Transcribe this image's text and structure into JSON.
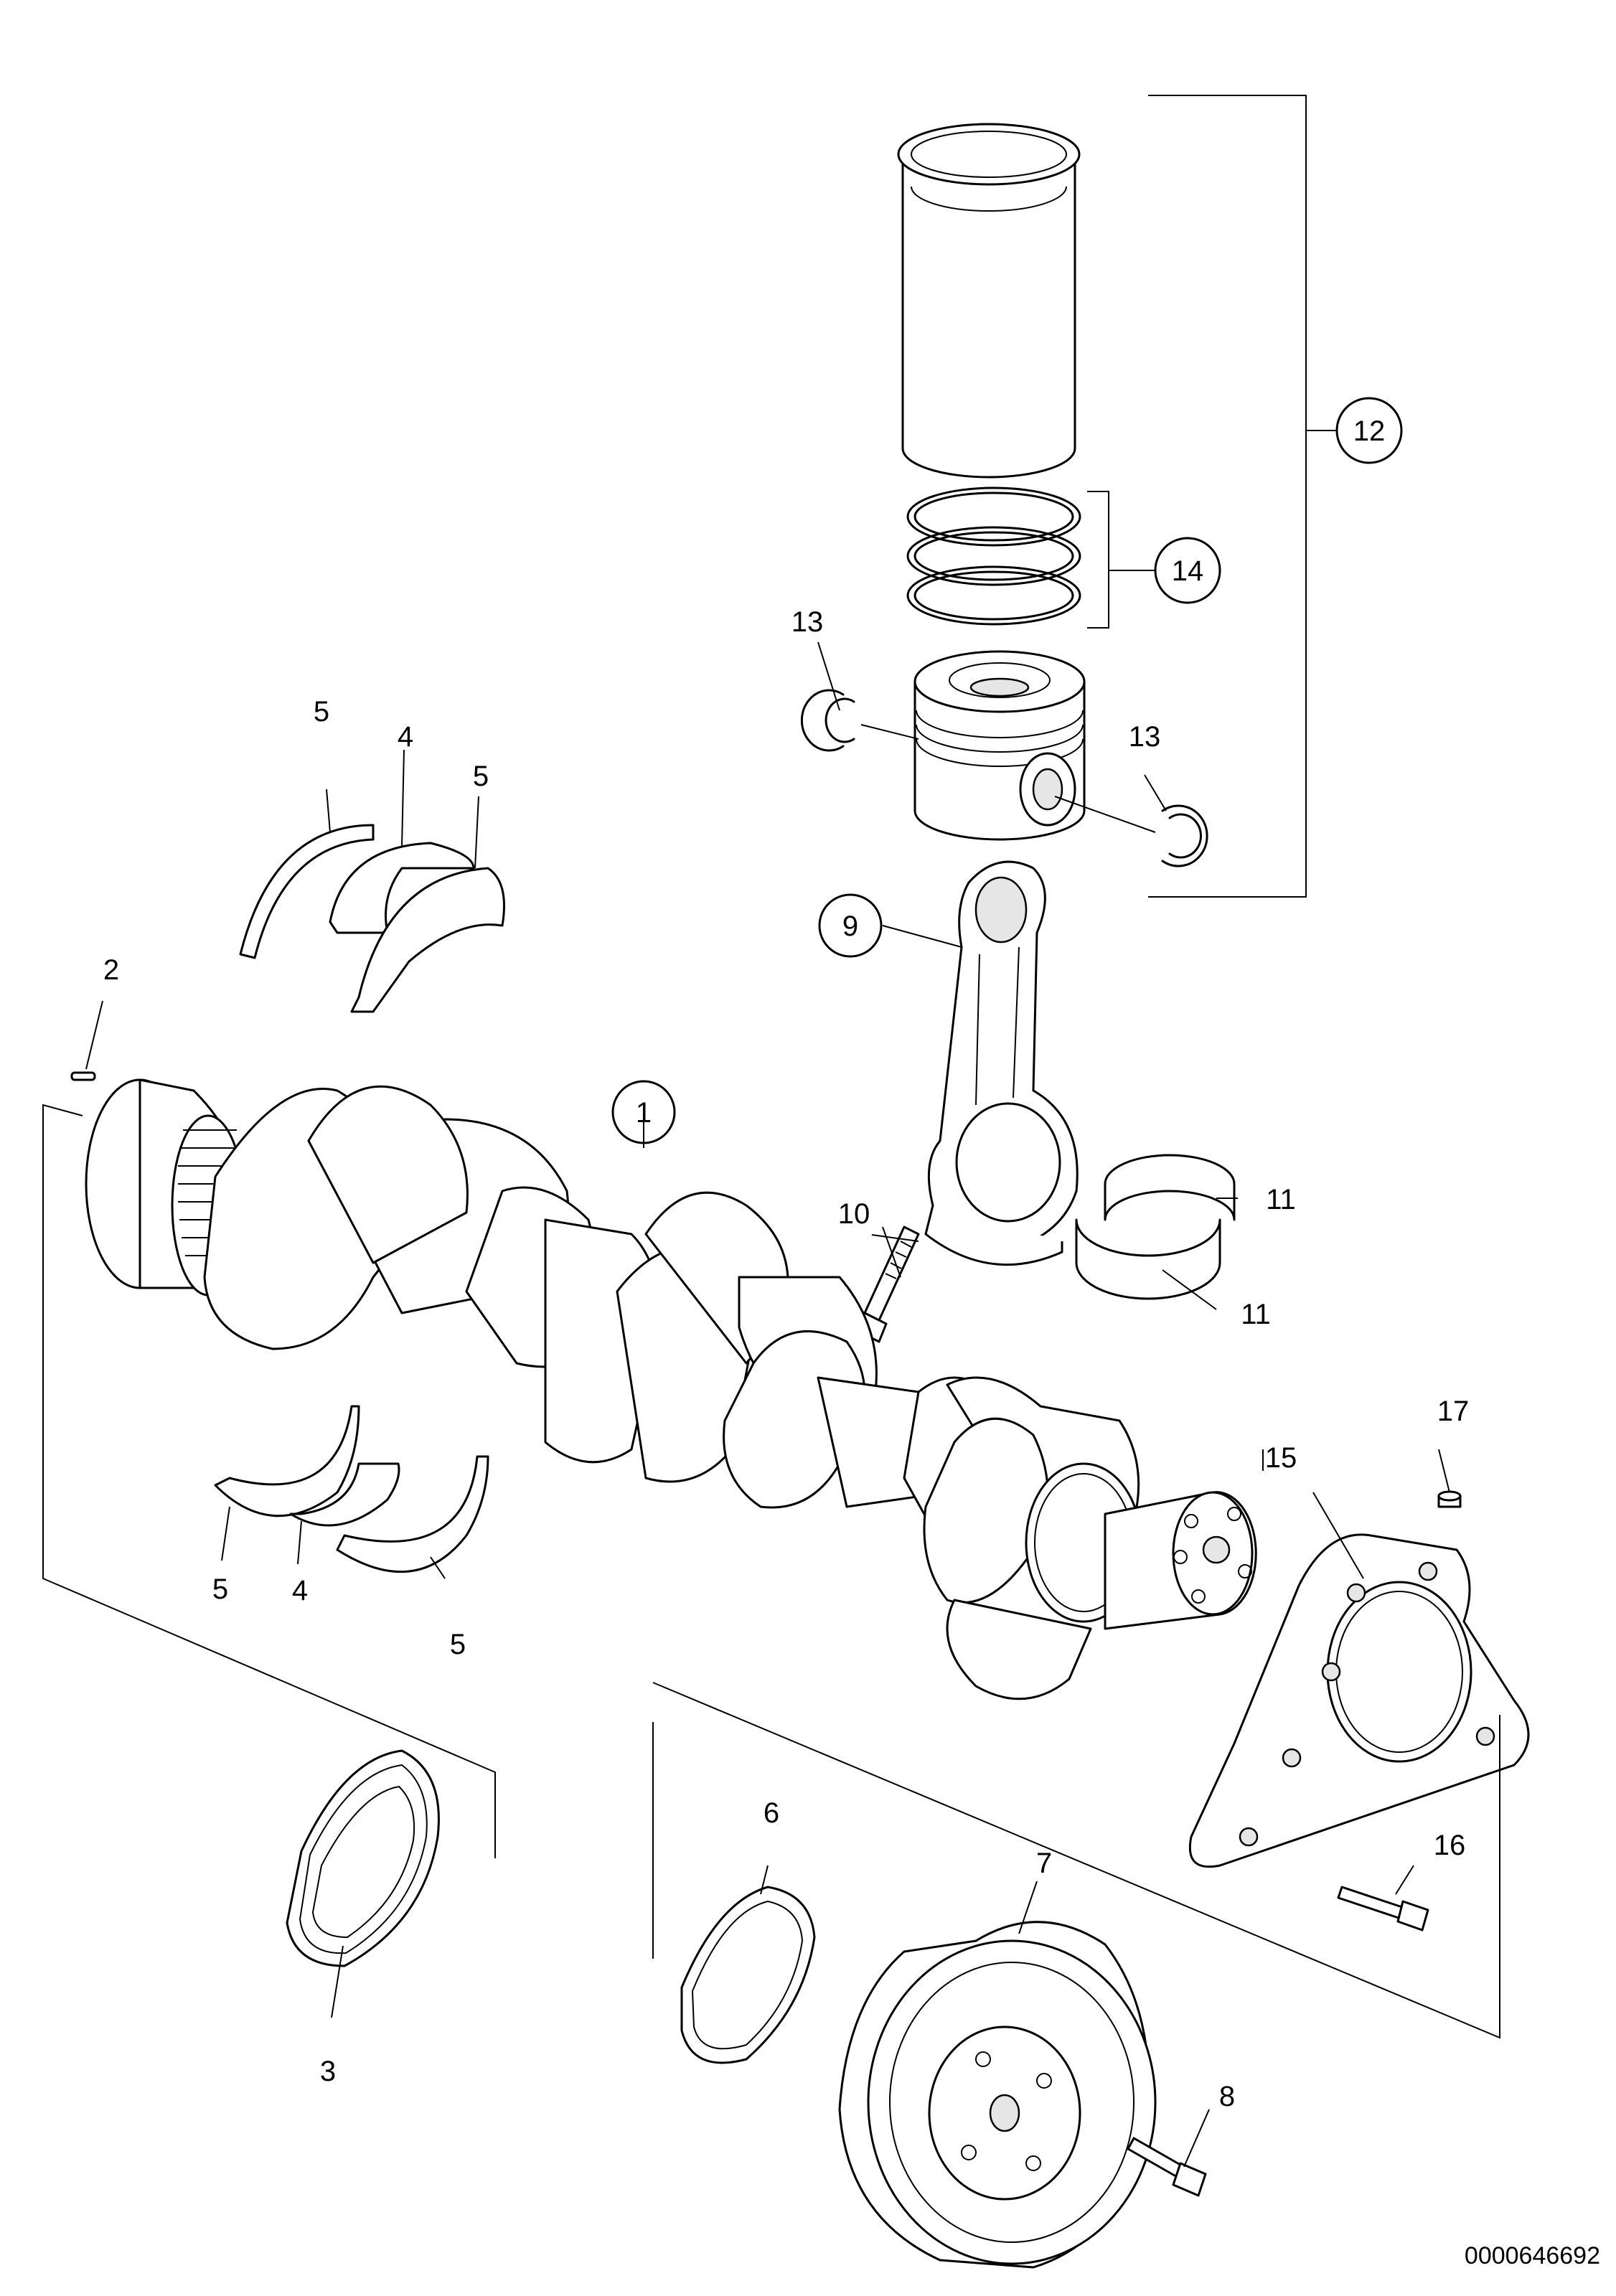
{
  "callouts": {
    "c1": "1",
    "c2": "2",
    "c3": "3",
    "c4a": "4",
    "c4b": "4",
    "c5a": "5",
    "c5b": "5",
    "c5c": "5",
    "c5d": "5",
    "c6": "6",
    "c7": "7",
    "c8": "8",
    "c9": "9",
    "c10": "10",
    "c11a": "11",
    "c11b": "11",
    "c12": "12",
    "c13a": "13",
    "c13b": "13",
    "c14": "14",
    "c15": "15",
    "c16": "16",
    "c17": "17"
  },
  "document_number": "0000646692"
}
